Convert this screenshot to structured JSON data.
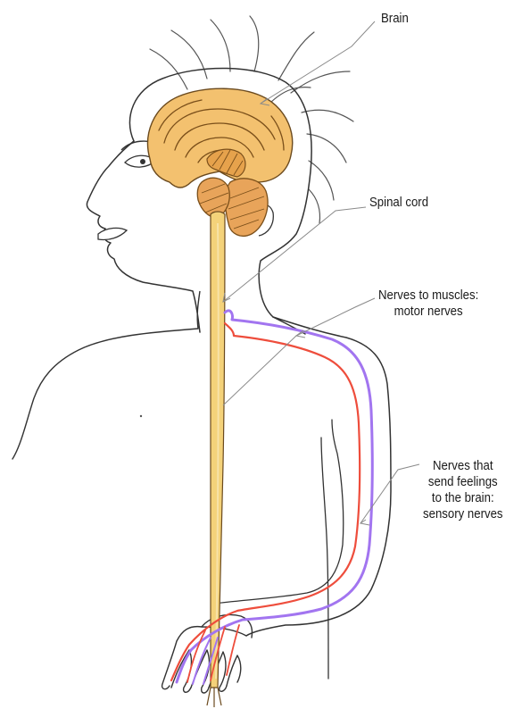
{
  "labels": {
    "brain": "Brain",
    "spinal_cord": "Spinal cord",
    "motor": [
      "Nerves to muscles:",
      "motor nerves"
    ],
    "sensory": [
      "Nerves that",
      "send feelings",
      "to the brain:",
      "sensory nerves"
    ]
  },
  "colors": {
    "brain_fill": "#f3c16f",
    "cord_fill": "#f4d27a",
    "motor_nerve": "#a275f0",
    "sensory_nerve": "#ee4d3c",
    "outline": "#333333",
    "leader": "#8a8a8a"
  }
}
